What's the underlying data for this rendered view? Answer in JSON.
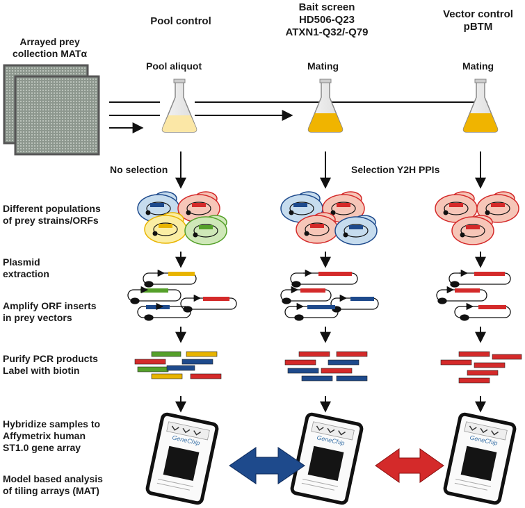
{
  "columns": [
    {
      "title": [
        "Pool control"
      ],
      "step": "Pool aliquot",
      "selection": "No selection"
    },
    {
      "title": [
        "Bait screen",
        "HD506-Q23",
        "ATXN1-Q32/-Q79"
      ],
      "step": "Mating",
      "selection": "Selection Y2H PPIs"
    },
    {
      "title": [
        "Vector control",
        "pBTM"
      ],
      "step": "Mating",
      "selection": ""
    }
  ],
  "prey_collection": [
    "Arrayed prey",
    "collection MATα"
  ],
  "rows": [
    [
      "Different populations",
      "of prey strains/ORFs"
    ],
    [
      "Plasmid",
      "extraction"
    ],
    [
      "Amplify ORF inserts",
      "in prey vectors"
    ],
    [
      "Purify PCR products",
      "Label with biotin"
    ],
    [
      "Hybridize samples to",
      "Affymetrix human",
      "ST1.0 gene array"
    ],
    [
      "Model based analysis",
      "of tiling arrays (MAT)"
    ]
  ],
  "chip_brand": "GeneChip",
  "colors": {
    "red": "#d42a2a",
    "red_fill": "#f6c6b8",
    "blue": "#1e4a8c",
    "blue_fill": "#c6dcee",
    "yellow": "#e8b400",
    "yellow_fill": "#fbeea4",
    "green": "#55a02a",
    "green_fill": "#cfe8b8",
    "flask_pale": "#fbe7a6",
    "flask_gold": "#f0b400",
    "plate": "#8f9a90"
  }
}
